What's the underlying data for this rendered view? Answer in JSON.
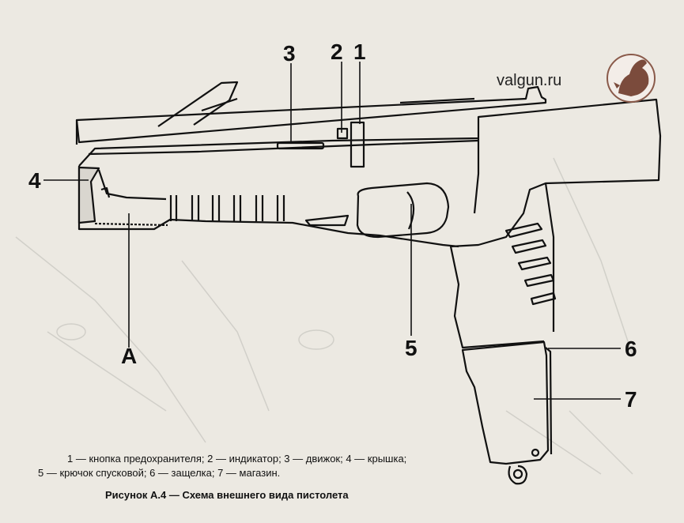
{
  "watermark": {
    "site": "valgun.ru",
    "logo_icon": "capercaillie-bird-icon"
  },
  "callouts": {
    "n1": "1",
    "n2": "2",
    "n3": "3",
    "n4": "4",
    "n5": "5",
    "n6": "6",
    "n7": "7",
    "nA": "A"
  },
  "legend": {
    "line1": "1 — кнопка предохранителя; 2 — индикатор; 3 — движок; 4 — крышка;",
    "line2": "5 — крючок спусковой; 6 — защелка; 7 — магазин."
  },
  "caption": "Рисунок А.4 — Схема внешнего вида пистолета",
  "colors": {
    "paper": "#ece9e2",
    "ink": "#111111",
    "bleed": "#c9c7c1",
    "logo": "#8a5a4a"
  }
}
